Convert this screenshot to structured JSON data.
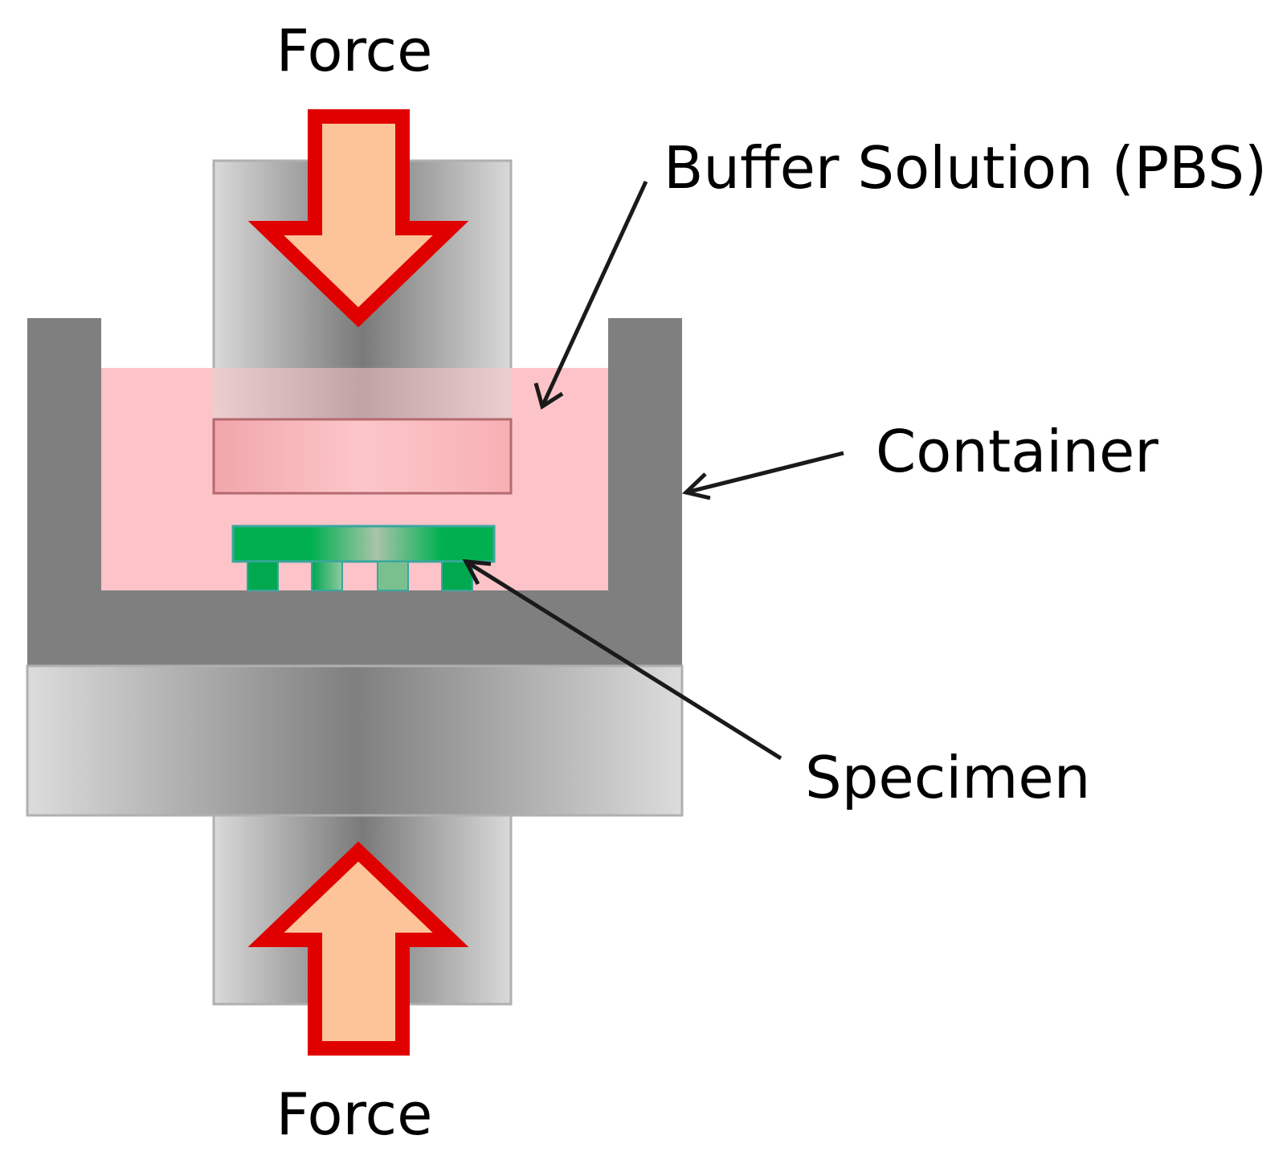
{
  "labels": {
    "force_top": "Force",
    "force_bottom": "Force",
    "buffer": "Buffer Solution (PBS)",
    "container": "Container",
    "specimen": "Specimen"
  },
  "colors": {
    "container": "#7f7f7f",
    "buffer": "#fcc4c8",
    "arrow_outline": "#e00000",
    "arrow_fill": "#fdc49a",
    "specimen": "#00b050",
    "text": "#000000"
  }
}
